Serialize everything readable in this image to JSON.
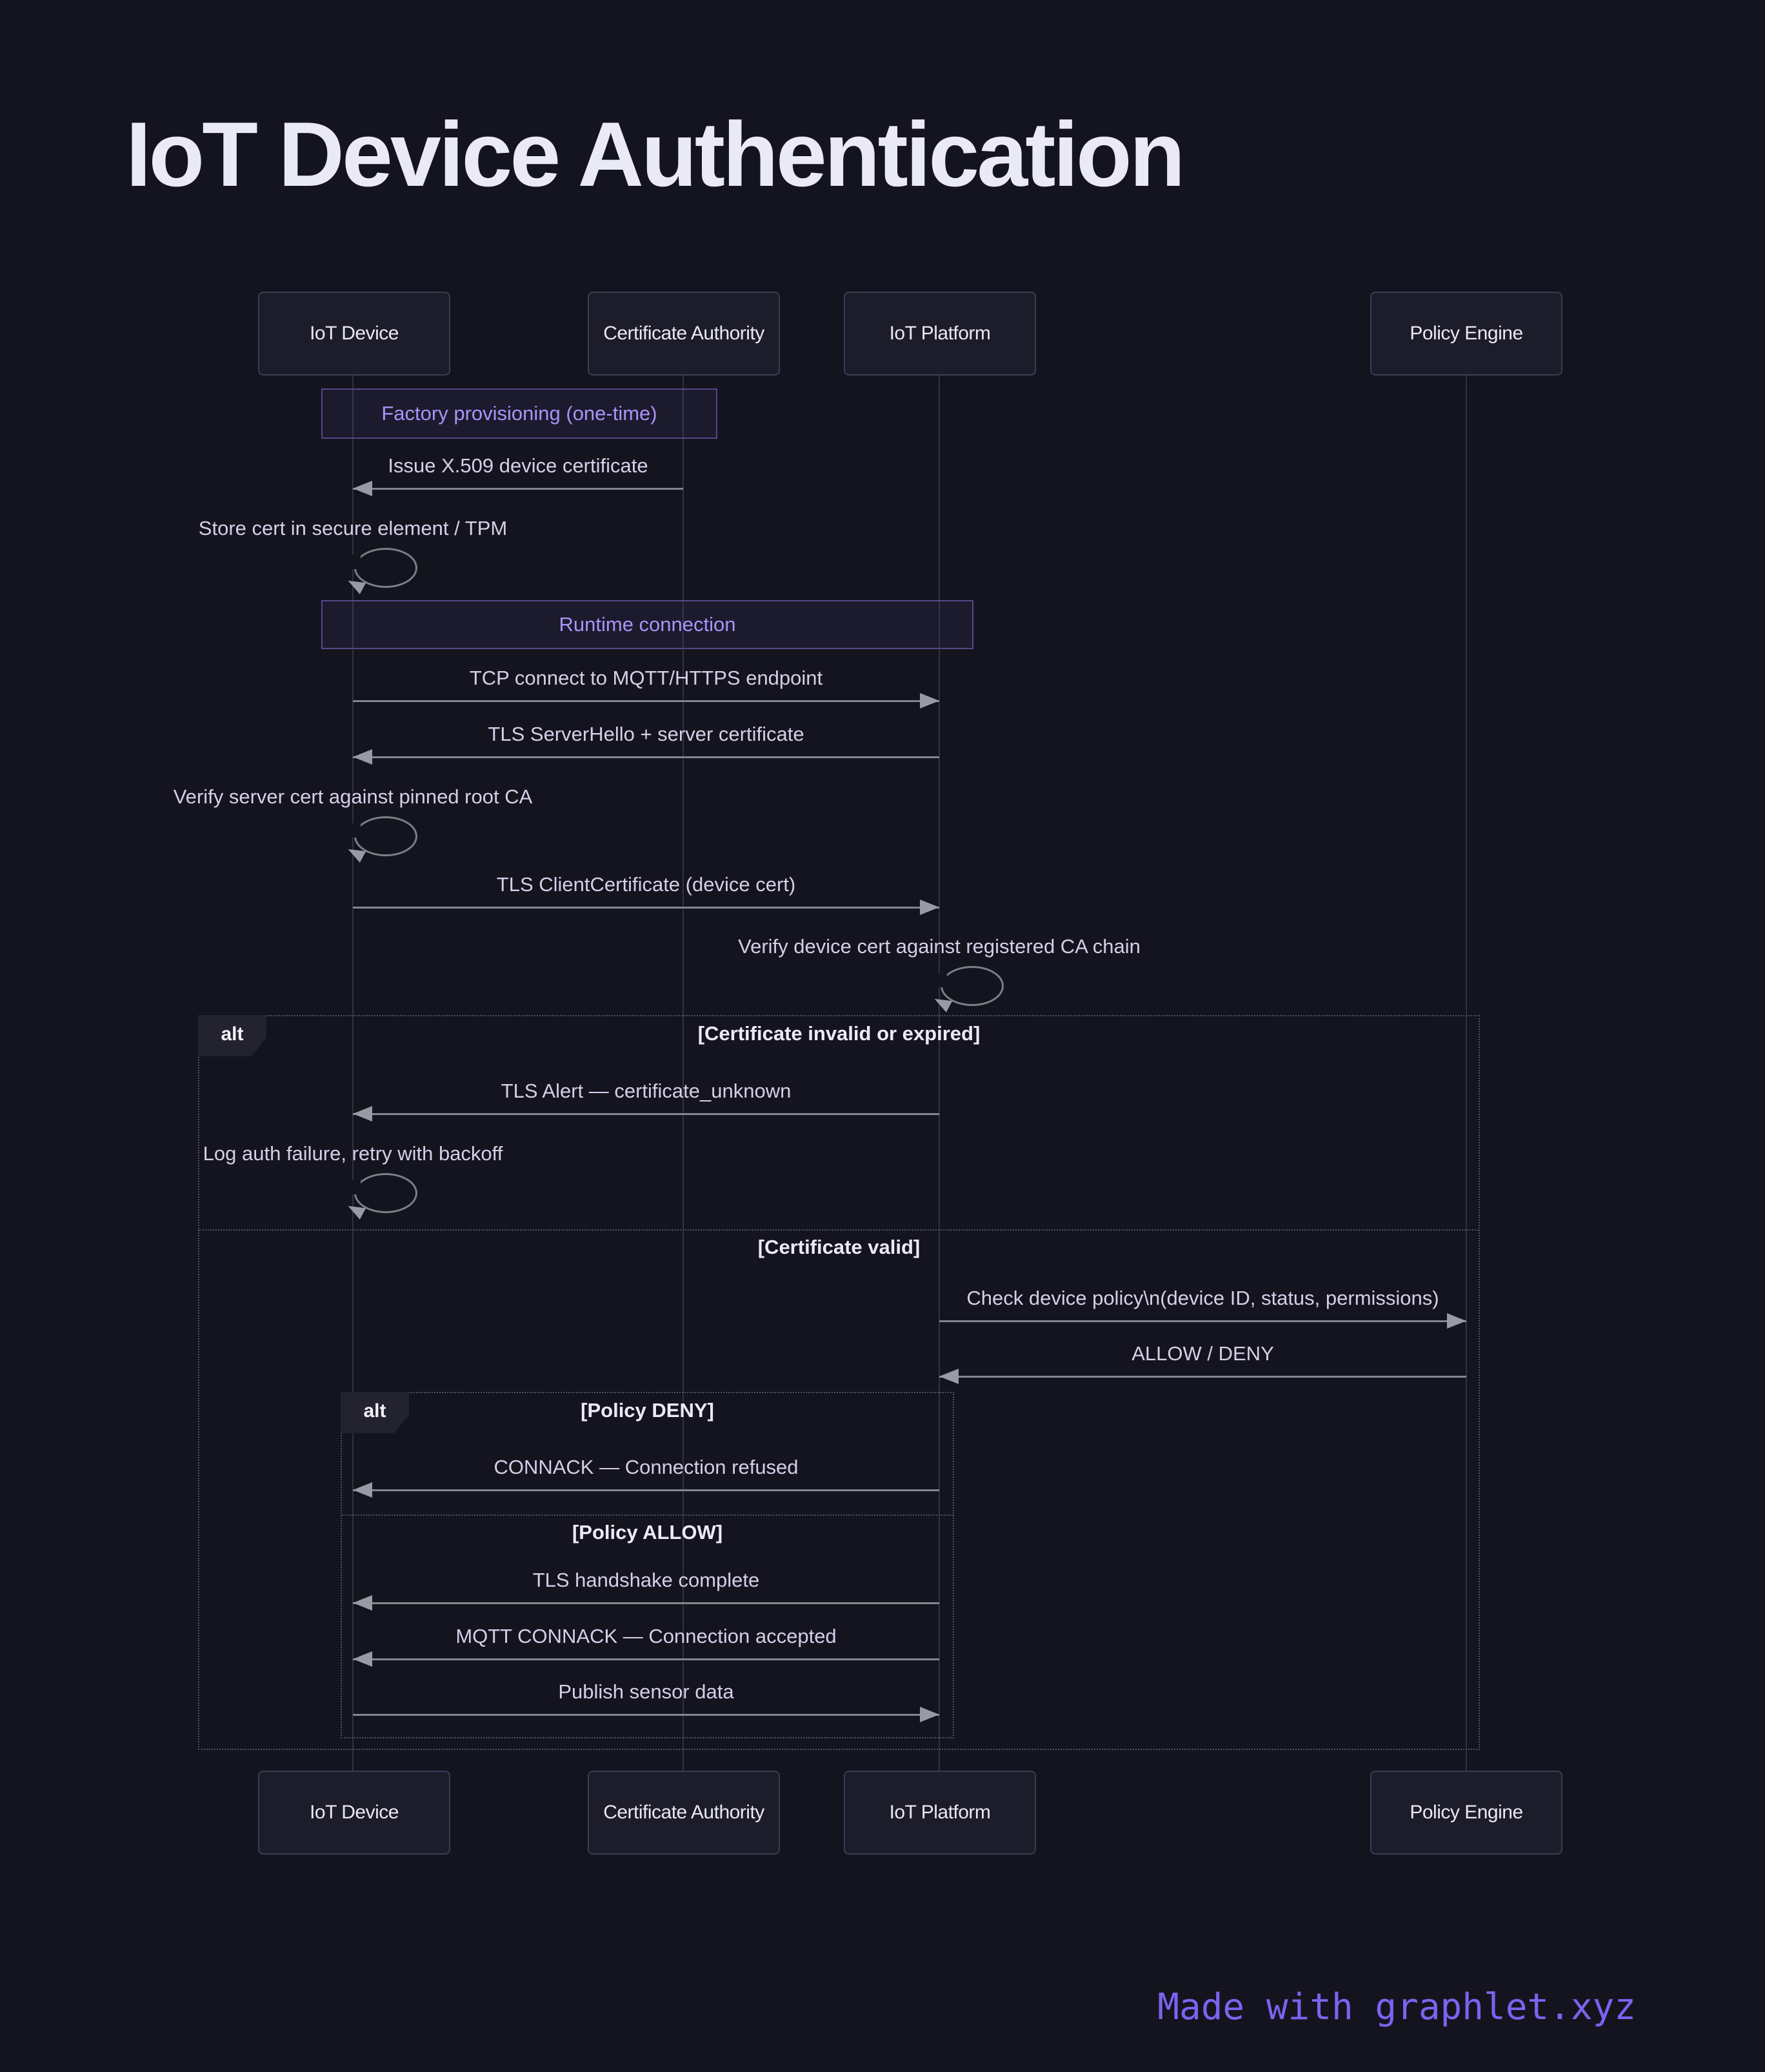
{
  "title": "IoT Device Authentication",
  "participants": {
    "device": "IoT Device",
    "ca": "Certificate Authority",
    "platform": "IoT Platform",
    "policy": "Policy Engine"
  },
  "sections": {
    "factory": "Factory provisioning (one-time)",
    "runtime": "Runtime connection"
  },
  "alt_outer": {
    "tag": "alt",
    "cond_invalid": "[Certificate invalid or expired]",
    "cond_valid": "[Certificate valid]"
  },
  "alt_inner": {
    "tag": "alt",
    "cond_deny": "[Policy DENY]",
    "cond_allow": "[Policy ALLOW]"
  },
  "messages": {
    "issue_cert": "Issue X.509 device certificate",
    "store_cert": "Store cert in secure element / TPM",
    "tcp_connect": "TCP connect to MQTT/HTTPS endpoint",
    "server_hello": "TLS ServerHello + server certificate",
    "verify_server": "Verify server cert against pinned root CA",
    "client_cert": "TLS ClientCertificate (device cert)",
    "verify_device": "Verify device cert against registered CA chain",
    "tls_alert": "TLS Alert — certificate_unknown",
    "log_failure": "Log auth failure, retry with backoff",
    "check_policy": "Check device policy\\n(device ID, status, permissions)",
    "allow_deny": "ALLOW / DENY",
    "connack_refused": "CONNACK — Connection refused",
    "handshake": "TLS handshake complete",
    "connack_accepted": "MQTT CONNACK — Connection accepted",
    "publish": "Publish sensor data"
  },
  "footer": "Made with graphlet.xyz",
  "colors": {
    "background": "#14141f",
    "box_fill": "#1c1c2a",
    "box_border": "#3c3c55",
    "section_text": "#ab93f7",
    "section_border": "#55478a",
    "message_text": "#d5cfe7",
    "arrow": "#8a8a96",
    "footer_purple": "#7c63f0"
  }
}
